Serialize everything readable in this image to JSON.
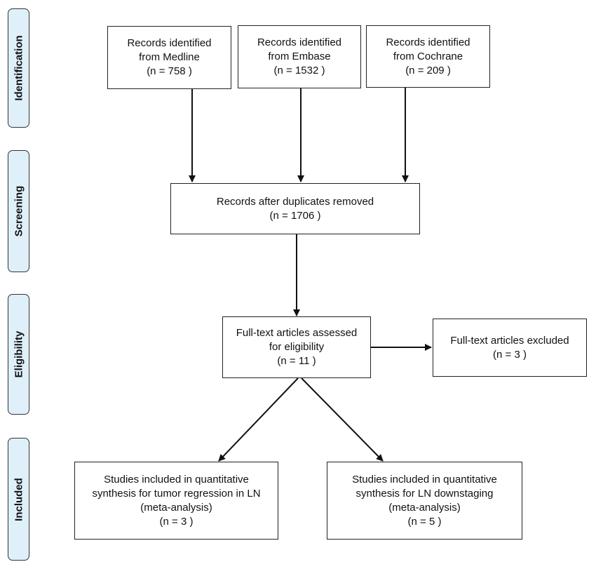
{
  "phases": {
    "identification": "Identification",
    "screening": "Screening",
    "eligibility": "Eligibility",
    "included": "Included"
  },
  "identification": {
    "medline": {
      "line1": "Records identified",
      "line2": "from Medline",
      "count": "(n =  758 )"
    },
    "embase": {
      "line1": "Records identified",
      "line2": "from Embase",
      "count": "(n =  1532 )"
    },
    "cochrane": {
      "line1": "Records identified",
      "line2": "from Cochrane",
      "count": "(n =  209 )"
    }
  },
  "screening": {
    "line1": "Records after duplicates removed",
    "count": "(n = 1706 )"
  },
  "eligibility": {
    "assessed": {
      "line1": "Full-text articles assessed",
      "line2": "for eligibility",
      "count": "(n = 11 )"
    },
    "excluded": {
      "line1": "Full-text articles excluded",
      "count": "(n =  3 )"
    }
  },
  "included": {
    "tumor": {
      "line1": "Studies included in quantitative",
      "line2": "synthesis for tumor regression in LN",
      "line3": "(meta-analysis)",
      "count": "(n =  3 )"
    },
    "downstaging": {
      "line1": "Studies included in quantitative",
      "line2": "synthesis for LN downstaging",
      "line3": "(meta-analysis)",
      "count": "(n =  5 )"
    }
  },
  "colors": {
    "phase_fill": "#dff0fb",
    "border": "#222222",
    "arrow": "#111111"
  }
}
